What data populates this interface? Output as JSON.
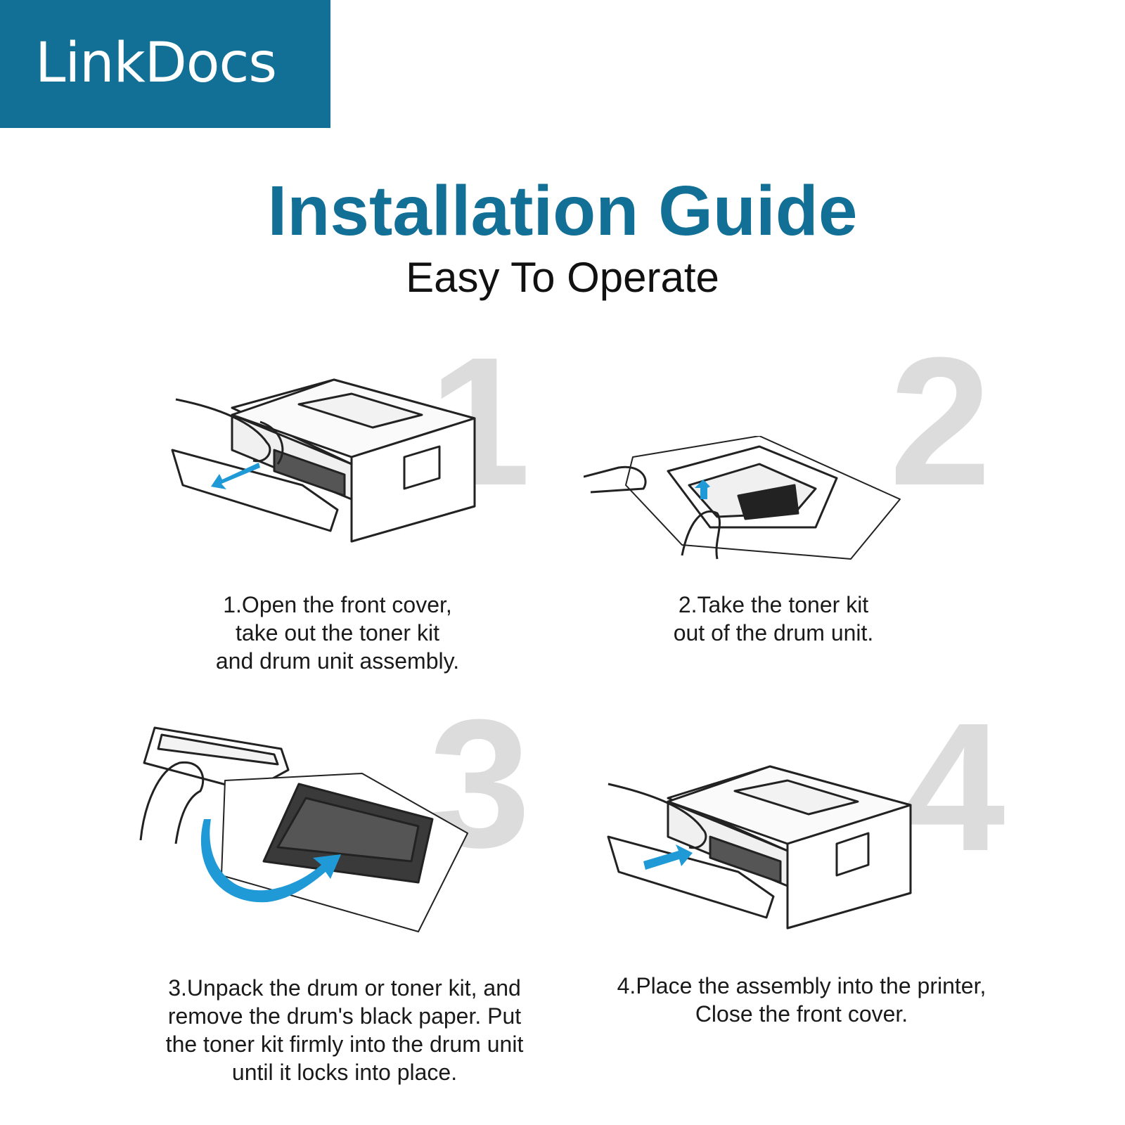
{
  "brand": {
    "name": "LinkDocs",
    "color": "#126f96"
  },
  "header": {
    "title": "Installation Guide",
    "subtitle": "Easy To Operate"
  },
  "accent_arrow_color": "#1f9ad6",
  "steps": [
    {
      "number": "1",
      "lines": [
        "1.Open the front cover,",
        "take out the toner kit",
        "and drum unit assembly."
      ]
    },
    {
      "number": "2",
      "lines": [
        "2.Take the toner kit",
        "out of the drum unit."
      ]
    },
    {
      "number": "3",
      "lines": [
        "3.Unpack the drum or toner kit, and",
        "remove the drum's black paper. Put",
        "the toner kit firmly into the drum unit",
        "until it locks into place."
      ]
    },
    {
      "number": "4",
      "lines": [
        "4.Place the assembly into the printer,",
        "Close the front cover."
      ]
    }
  ]
}
